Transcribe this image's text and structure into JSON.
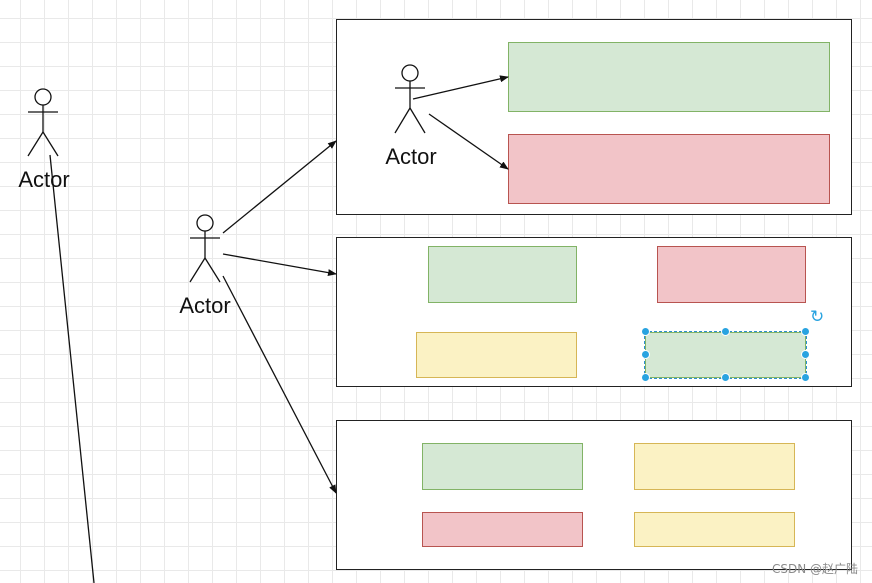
{
  "actors": [
    {
      "id": "actor-left",
      "label": "Actor"
    },
    {
      "id": "actor-middle",
      "label": "Actor"
    },
    {
      "id": "actor-in-top-container",
      "label": "Actor"
    }
  ],
  "containers": [
    {
      "id": "top-container",
      "shapes": [
        "green",
        "red"
      ]
    },
    {
      "id": "middle-container",
      "shapes": [
        "green",
        "red",
        "yellow",
        "green (selected)"
      ]
    },
    {
      "id": "bottom-container",
      "shapes": [
        "green",
        "yellow",
        "red",
        "yellow"
      ]
    }
  ],
  "colors": {
    "green_fill": "#d5e8d4",
    "green_stroke": "#82b366",
    "red_fill": "#f2c4c8",
    "red_stroke": "#b85450",
    "yellow_fill": "#fbf2c4",
    "yellow_stroke": "#d6b656",
    "selection": "#29a3e0"
  },
  "watermark": "CSDN @赵广陆"
}
